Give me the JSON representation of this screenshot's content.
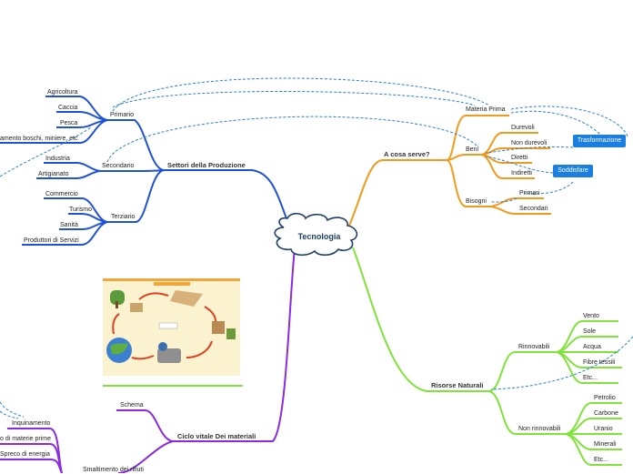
{
  "center": {
    "title": "Tecnologia"
  },
  "settori": {
    "title": "Settori della Produzione",
    "primario": {
      "label": "Primario",
      "items": [
        "Agricoltura",
        "Caccia",
        "Pesca",
        "amento boschi, miniere, etc"
      ]
    },
    "secondario": {
      "label": "Secondario",
      "items": [
        "Industria",
        "Artigianato"
      ]
    },
    "terziario": {
      "label": "Terziario",
      "items": [
        "Commercio",
        "Turismo",
        "Sanità",
        "Produttori di Servizi"
      ]
    }
  },
  "acosa": {
    "title": "A cosa serve?",
    "materia_prima": "Materia Prima",
    "beni": {
      "label": "Beni",
      "items": [
        "Durevoli",
        "Non durevoli",
        "Diretti",
        "Indiretti"
      ]
    },
    "bisogni": {
      "label": "Bisogni",
      "items": [
        "Primari",
        "Secondari"
      ]
    },
    "trasformazione": "Trasformazione",
    "soddisfare": "Soddisfare"
  },
  "risorse": {
    "title": "Risorse Naturali",
    "rinnovabili": {
      "label": "Rinnovabili",
      "items": [
        "Vento",
        "Sole",
        "Acqua",
        "Fibre tessili",
        "Etc..."
      ]
    },
    "non_rinnovabili": {
      "label": "Non rinnovabili",
      "items": [
        "Petrolio",
        "Carbone",
        "Uranio",
        "Minerali",
        "Etc..."
      ]
    }
  },
  "ciclo": {
    "title": "Ciclo vitale Dei materiali",
    "schema": "Schema",
    "items": [
      "Inquinamento",
      "o di materie prime",
      "Spreco di energia",
      "Smaltimento dei rifiuti"
    ]
  },
  "colors": {
    "blue": "#1f52d6",
    "orange": "#f29a1b",
    "green": "#7fe33a",
    "purple": "#8a2be2",
    "button": "#1a7fe0",
    "dashed": "#2a7fd4"
  }
}
